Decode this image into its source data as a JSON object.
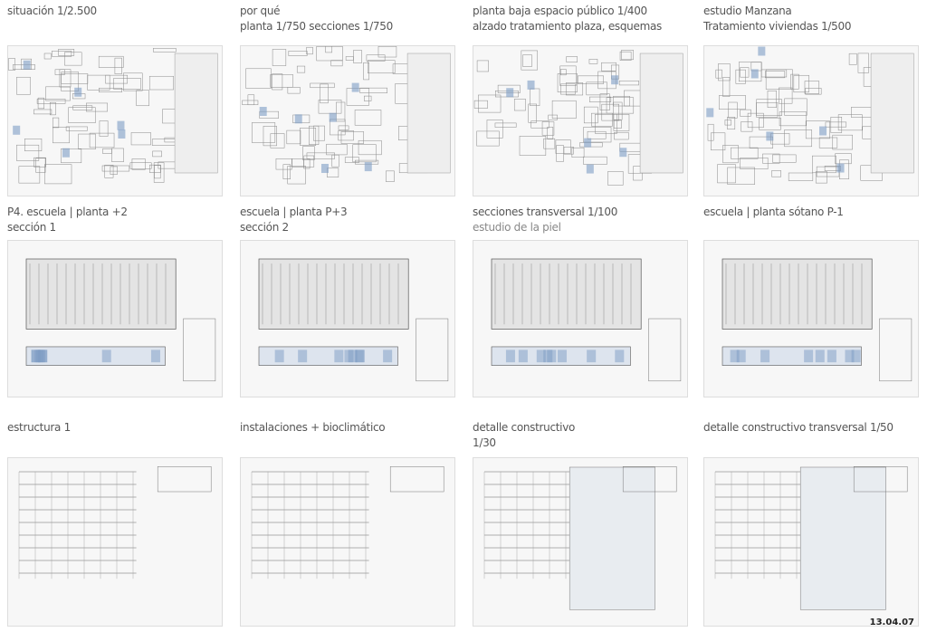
{
  "sheets": [
    {
      "title": "situación 1/2.500",
      "subtitle": ""
    },
    {
      "title": "por qué",
      "subtitle": "planta 1/750 secciones 1/750"
    },
    {
      "title": "planta baja espacio público  1/400",
      "subtitle": "alzado tratamiento plaza, esquemas"
    },
    {
      "title": "estudio Manzana",
      "subtitle": "Tratamiento viviendas 1/500"
    },
    {
      "title": "P4. escuela | planta  +2",
      "subtitle": "sección 1"
    },
    {
      "title": "escuela | planta P+3",
      "subtitle": "sección 2"
    },
    {
      "title": "secciones transversal 1/100",
      "subtitle": "estudio de la piel"
    },
    {
      "title": "escuela | planta sótano  P-1",
      "subtitle": ""
    },
    {
      "title": "estructura 1",
      "subtitle": ""
    },
    {
      "title": "instalaciones + bioclimático",
      "subtitle": ""
    },
    {
      "title": "detalle constructivo",
      "subtitle": "1/30"
    },
    {
      "title": "detalle constructivo transversal 1/50",
      "subtitle": ""
    }
  ],
  "date": "13.04.07",
  "colors": {
    "accent": "#7d9cc4",
    "line": "#666666"
  }
}
